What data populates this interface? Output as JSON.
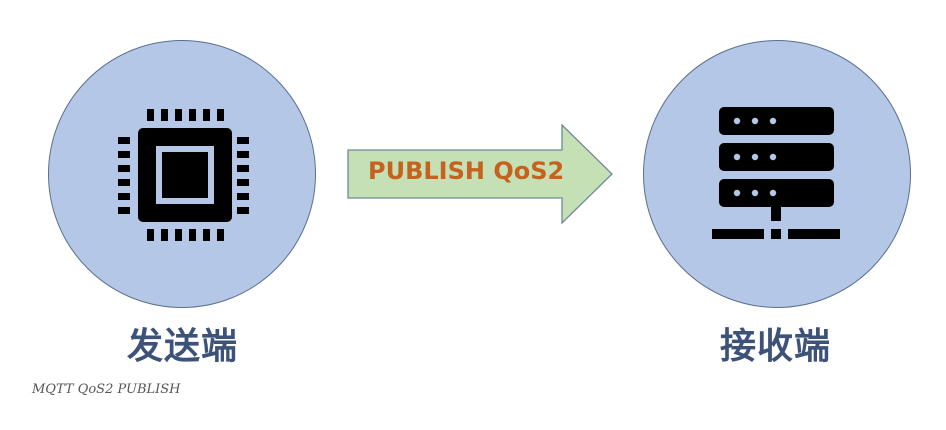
{
  "diagram": {
    "title": "MQTT QoS2 PUBLISH",
    "sender": {
      "label": "发送端",
      "icon": "cpu-chip-icon"
    },
    "receiver": {
      "label": "接收端",
      "icon": "server-icon"
    },
    "arrow": {
      "label": "PUBLISH QoS2",
      "direction": "right"
    },
    "caption": "MQTT QoS2 PUBLISH"
  },
  "colors": {
    "circle_fill": "#b4c7e7",
    "circle_border": "#5a6f8f",
    "arrow_fill": "#c5e0b4",
    "arrow_text": "#c5621f",
    "label_text": "#3d5278"
  }
}
